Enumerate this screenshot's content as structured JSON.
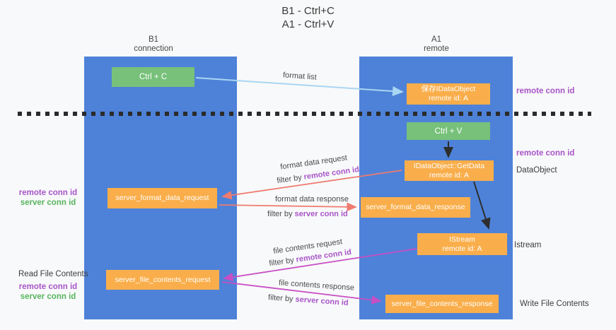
{
  "title": {
    "line1": "B1 - Ctrl+C",
    "line2": "A1 - Ctrl+V"
  },
  "lifelines": {
    "b1": {
      "name": "B1",
      "subtitle": "connection"
    },
    "a1": {
      "name": "A1",
      "subtitle": "remote"
    }
  },
  "nodes": {
    "ctrl_c": {
      "label": "Ctrl + C"
    },
    "ctrl_v": {
      "label": "Ctrl + V"
    },
    "save_dataobject": {
      "line1": "保存IDataObject",
      "line2": "remote id: A"
    },
    "getdata": {
      "line1": "IDataObject::GetData",
      "line2": "remote id: A"
    },
    "istream": {
      "line1": "IStream",
      "line2": "remote id: A"
    },
    "format_request": {
      "label": "server_format_data_request"
    },
    "format_response": {
      "label": "server_format_data_response"
    },
    "file_request": {
      "label": "server_file_contents_request"
    },
    "file_response": {
      "label": "server_file_contents_response"
    }
  },
  "edges": {
    "format_list": {
      "label": "format list"
    },
    "format_data_request": {
      "label": "format data request",
      "filter_prefix": "filter by",
      "filter_key": "remote conn id"
    },
    "format_data_response": {
      "label": "format data response",
      "filter_prefix": "filter by",
      "filter_key": "server conn id"
    },
    "file_contents_request": {
      "label": "file contents request",
      "filter_prefix": "filter by",
      "filter_key": "remote conn id"
    },
    "file_contents_response": {
      "label": "file contents response",
      "filter_prefix": "filter by",
      "filter_key": "server conn id"
    }
  },
  "annotations": {
    "right_top_conn_id": "remote conn id",
    "right_mid_conn_id": "remote conn id",
    "dataobject": "DataObject",
    "istream": "Istream",
    "write_file_contents": "Write File Contents",
    "read_file_contents": "Read File Contents",
    "left_format": {
      "remote": "remote conn id",
      "server": "server conn id"
    },
    "left_file": {
      "remote": "remote conn id",
      "server": "server conn id"
    }
  },
  "colors": {
    "lifeline_blue": "#4e82d8",
    "node_green": "#77c17a",
    "node_orange": "#f9ae4b",
    "arrow_light_blue": "#a9d6f2",
    "arrow_red": "#ee7b70",
    "arrow_magenta": "#c74fc4",
    "arrow_black": "#2d2d2d",
    "divider_black": "#2b2b2b",
    "purple_text": "#a855c8",
    "green_text": "#57b55f"
  }
}
